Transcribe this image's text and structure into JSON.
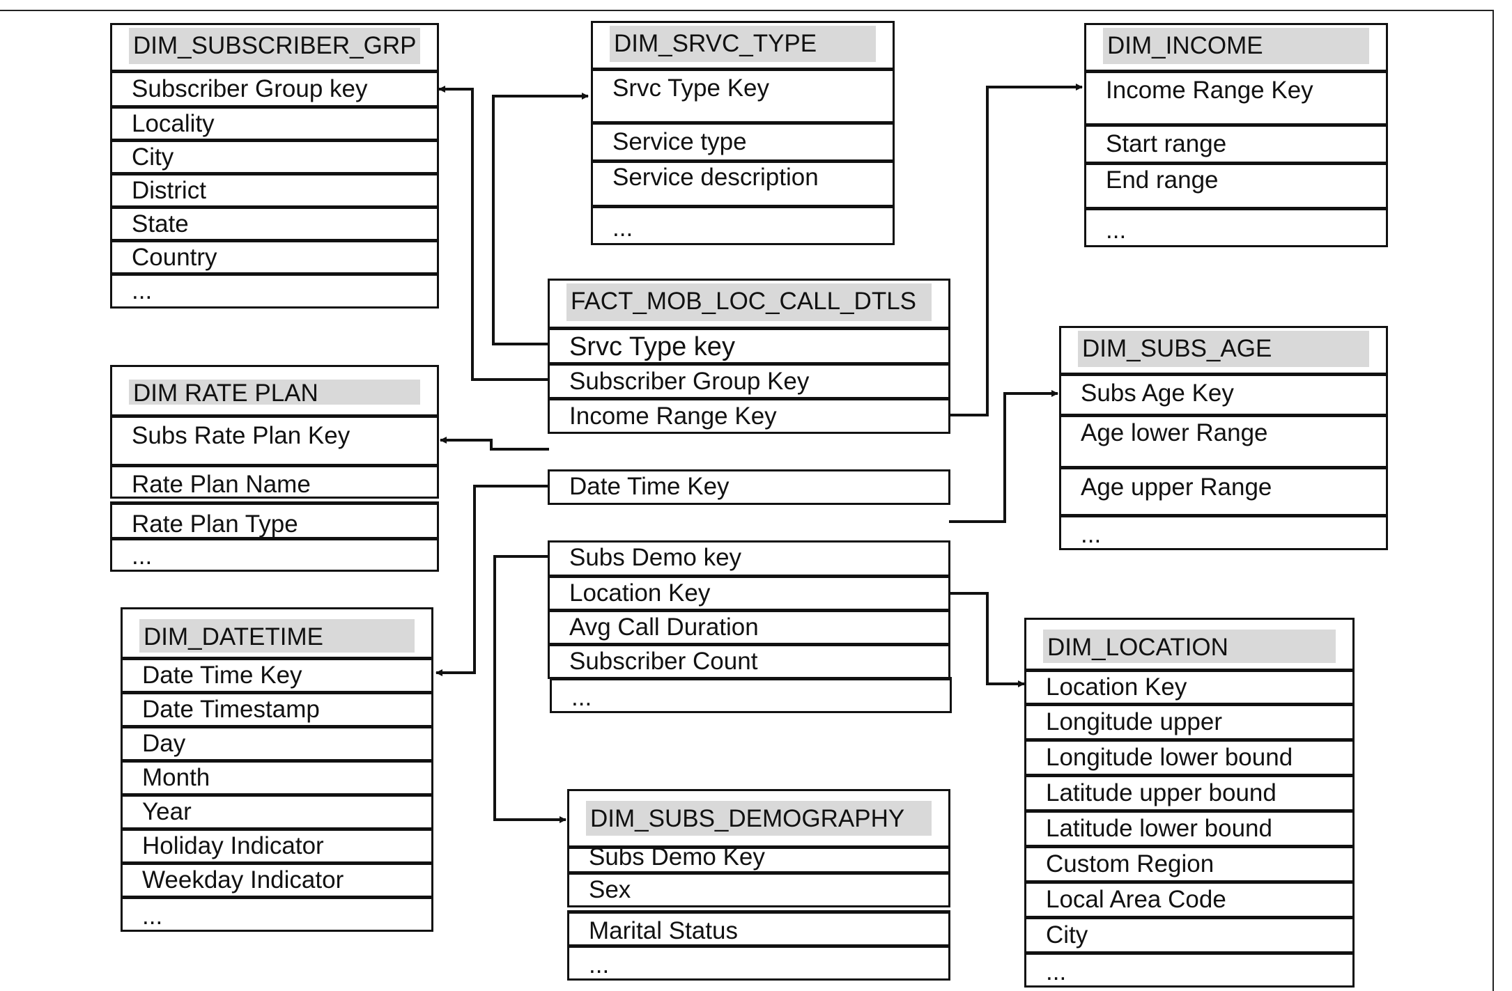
{
  "entities": {
    "dim_subscriber_grp": {
      "title": "DIM_SUBSCRIBER_GRP",
      "fields": [
        "Subscriber Group key",
        "Locality",
        "City",
        "District",
        "State",
        "Country",
        "..."
      ]
    },
    "dim_srvc_type": {
      "title": "DIM_SRVC_TYPE",
      "fields": [
        "Srvc Type Key",
        "Service type",
        "Service description",
        "..."
      ]
    },
    "dim_income": {
      "title": "DIM_INCOME",
      "fields": [
        "Income Range Key",
        "Start range",
        "End range",
        "..."
      ]
    },
    "fact_mob_loc_call_dtls": {
      "title": "FACT_MOB_LOC_CALL_DTLS",
      "fields": [
        "Srvc Type key",
        "Subscriber Group Key",
        "Income Range Key",
        "Date Time  Key",
        "Subs Demo key",
        "Location Key",
        "Avg Call Duration",
        "Subscriber Count",
        "..."
      ]
    },
    "dim_subs_age": {
      "title": "DIM_SUBS_AGE",
      "fields": [
        "Subs Age Key",
        "Age lower Range",
        "Age upper Range",
        "..."
      ]
    },
    "dim_rate_plan": {
      "title": "DIM  RATE  PLAN",
      "fields": [
        "Subs Rate Plan Key",
        "Rate Plan Name",
        "Rate Plan Type",
        "..."
      ]
    },
    "dim_datetime": {
      "title": "DIM_DATETIME",
      "fields": [
        "Date Time Key",
        "Date Timestamp",
        "Day",
        "Month",
        "Year",
        "Holiday Indicator",
        "Weekday Indicator",
        "..."
      ]
    },
    "dim_location": {
      "title": "DIM_LOCATION",
      "fields": [
        "Location Key",
        "Longitude upper",
        "Longitude lower bound",
        "Latitude upper bound",
        "Latitude lower bound",
        "Custom Region",
        "Local Area Code",
        "City",
        "..."
      ]
    },
    "dim_subs_demography": {
      "title": "DIM_SUBS_DEMOGRAPHY",
      "fields": [
        "Subs Demo Key",
        "Sex",
        "Marital Status",
        "..."
      ]
    }
  },
  "relationships": [
    {
      "from": "FACT_MOB_LOC_CALL_DTLS.Srvc Type key",
      "to": "DIM_SRVC_TYPE.Srvc Type Key"
    },
    {
      "from": "FACT_MOB_LOC_CALL_DTLS.Subscriber Group Key",
      "to": "DIM_SUBSCRIBER_GRP.Subscriber Group key"
    },
    {
      "from": "FACT_MOB_LOC_CALL_DTLS.Income Range Key",
      "to": "DIM_INCOME.Income Range Key"
    },
    {
      "from": "FACT_MOB_LOC_CALL_DTLS",
      "to": "DIM  RATE  PLAN.Subs Rate Plan Key"
    },
    {
      "from": "FACT_MOB_LOC_CALL_DTLS",
      "to": "DIM_SUBS_AGE.Subs Age Key"
    },
    {
      "from": "FACT_MOB_LOC_CALL_DTLS.Date Time  Key",
      "to": "DIM_DATETIME.Date Time Key"
    },
    {
      "from": "FACT_MOB_LOC_CALL_DTLS.Subs Demo key",
      "to": "DIM_SUBS_DEMOGRAPHY"
    },
    {
      "from": "FACT_MOB_LOC_CALL_DTLS.Location Key",
      "to": "DIM_LOCATION.Location Key"
    }
  ]
}
